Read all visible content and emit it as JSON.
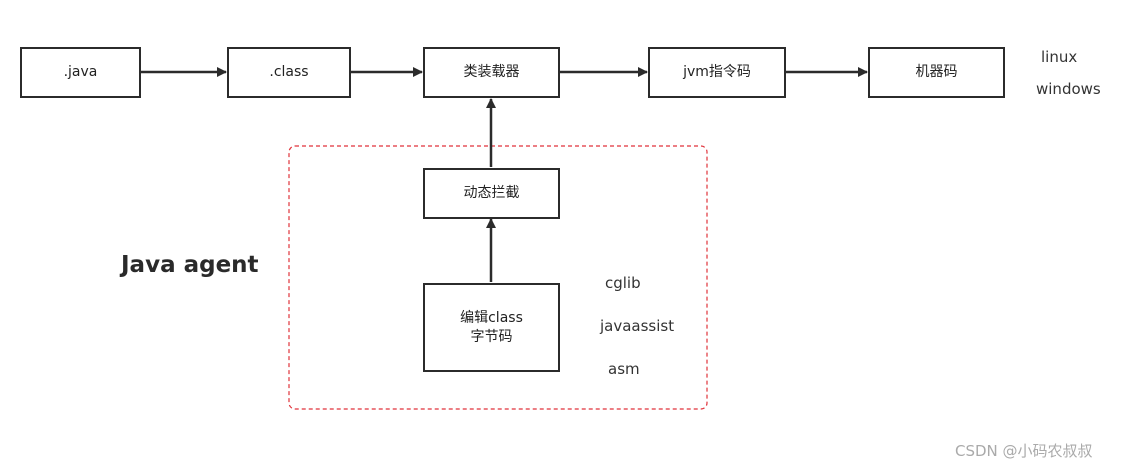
{
  "flow": {
    "java": ".java",
    "class": ".class",
    "loader": "类装载器",
    "jvm": "jvm指令码",
    "machine": "机器码"
  },
  "platforms": [
    "linux",
    "windows"
  ],
  "agent": {
    "title": "Java agent",
    "intercept": "动态拦截",
    "edit_line1": "编辑class",
    "edit_line2": "字节码",
    "libs": [
      "cglib",
      "javaassist",
      "asm"
    ]
  },
  "watermark": "CSDN @小码农叔叔",
  "colors": {
    "stroke": "#2b2b2b",
    "dashed_border": "#e0323a"
  }
}
